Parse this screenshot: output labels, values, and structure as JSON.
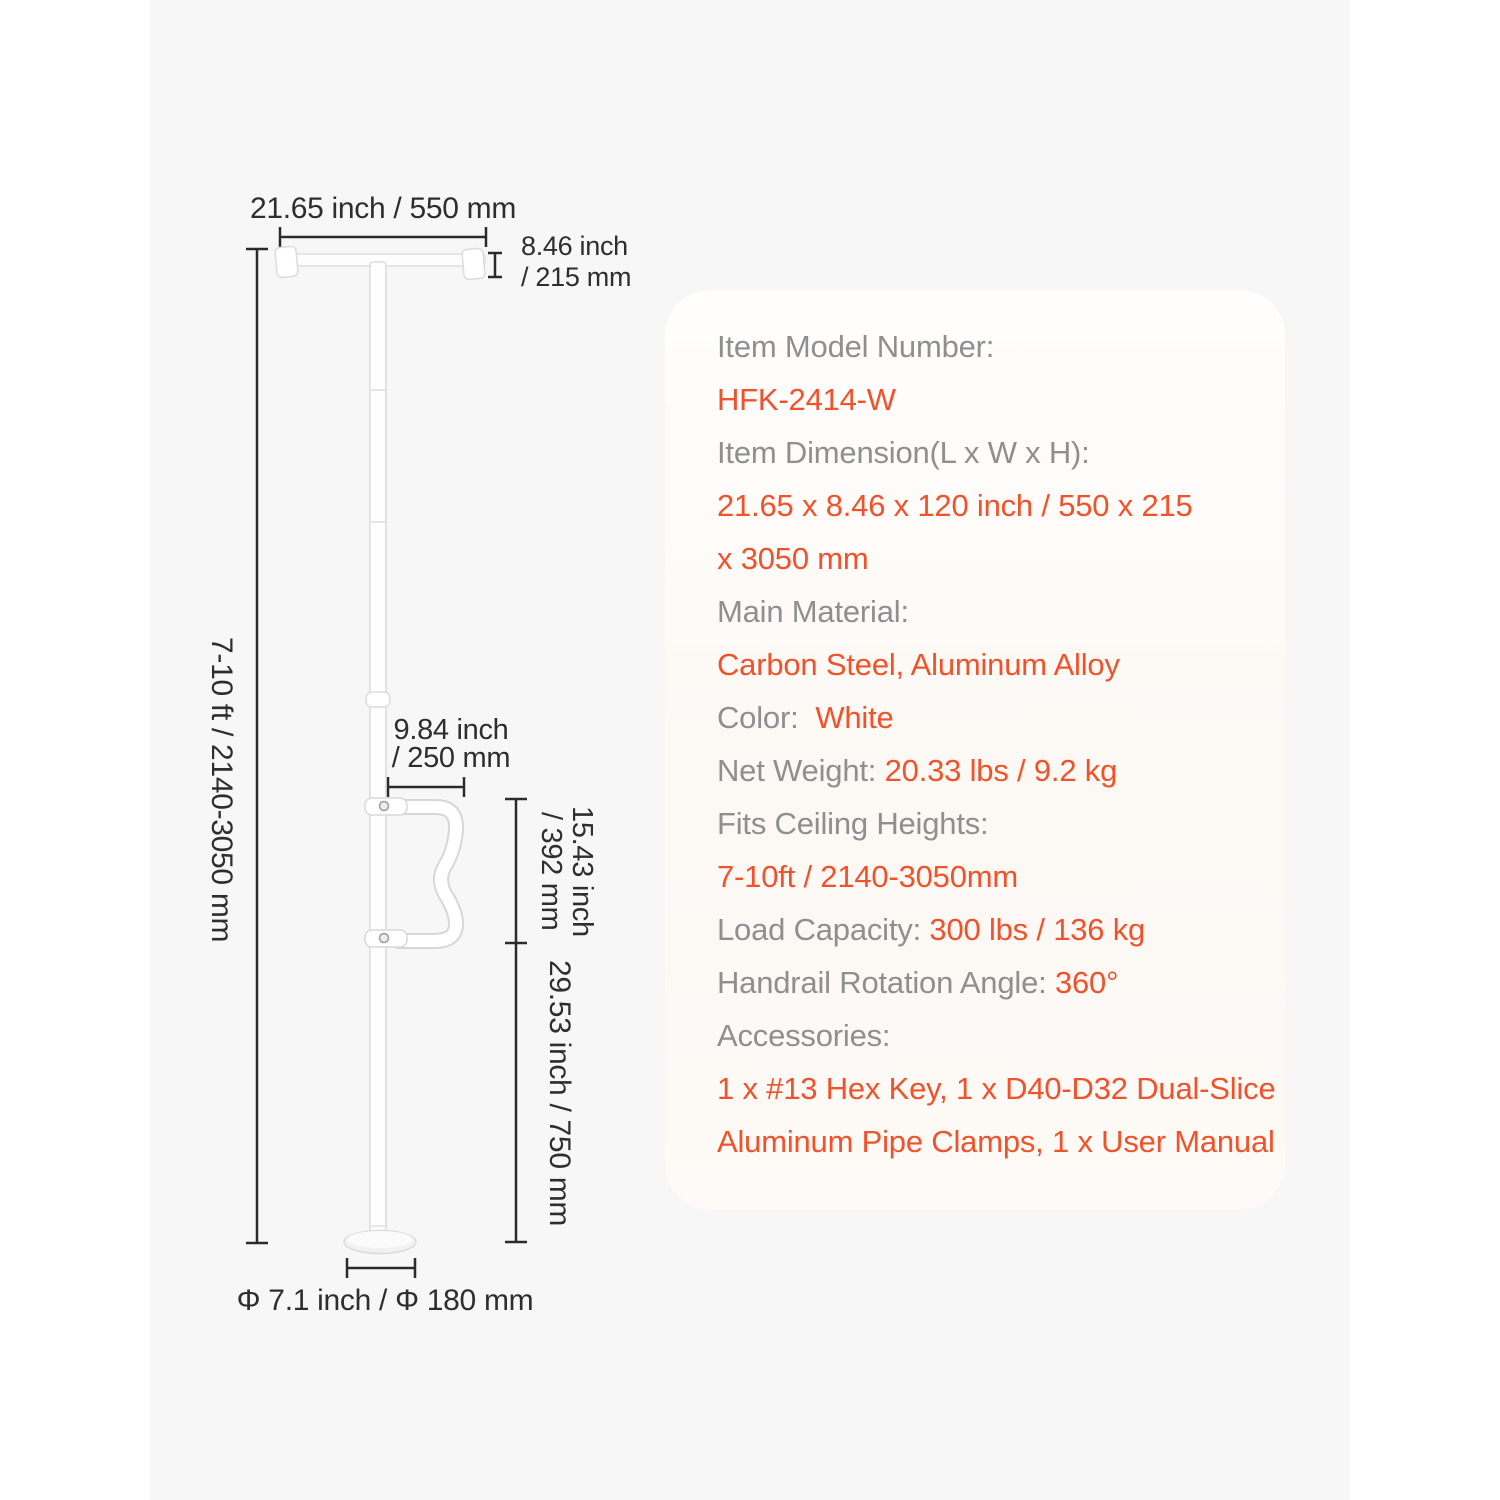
{
  "colors": {
    "accent_orange": "#f0522b",
    "label_gray": "#8f8f8f",
    "dimension_text": "#2e2e2e",
    "canvas_background": "#f7f7f7",
    "panel_background": "#fdfaf6"
  },
  "diagram": {
    "product": "floor-to-ceiling security pole with grab handle",
    "measurements": {
      "top_width": "21.65 inch / 550 mm",
      "bar_depth_line1": "8.46 inch",
      "bar_depth_line2": "/ 215 mm",
      "total_height": "7-10 ft / 2140-3050 mm",
      "handle_length_line1": "9.84 inch",
      "handle_length_line2": "/ 250 mm",
      "handle_section_line1": "15.43 inch",
      "handle_section_line2": "/ 392 mm",
      "lower_section": "29.53 inch / 750 mm",
      "base_diameter": "Φ 7.1 inch / Φ 180 mm"
    }
  },
  "spec_panel": {
    "lines": [
      {
        "label": "Item Model Number:",
        "value": ""
      },
      {
        "label": "",
        "value": "HFK-2414-W"
      },
      {
        "label": "Item Dimension(L x W x H):",
        "value": ""
      },
      {
        "label": "",
        "value": "21.65 x 8.46 x 120 inch / 550 x 215"
      },
      {
        "label": "",
        "value": "x 3050 mm"
      },
      {
        "label": "Main Material:",
        "value": ""
      },
      {
        "label": "",
        "value": "Carbon Steel, Aluminum Alloy"
      },
      {
        "label": "Color:  ",
        "value": "White"
      },
      {
        "label": "Net Weight: ",
        "value": "20.33 lbs / 9.2 kg"
      },
      {
        "label": "Fits Ceiling Heights:",
        "value": ""
      },
      {
        "label": "",
        "value": "7-10ft / 2140-3050mm"
      },
      {
        "label": "Load Capacity: ",
        "value": "300 lbs / 136 kg"
      },
      {
        "label": "Handrail Rotation Angle: ",
        "value": "360°"
      },
      {
        "label": "Accessories:",
        "value": ""
      },
      {
        "label": "",
        "value": "1 x #13 Hex Key, 1 x D40-D32 Dual-Slice"
      },
      {
        "label": "",
        "value": "Aluminum Pipe Clamps, 1 x User Manual"
      }
    ]
  }
}
